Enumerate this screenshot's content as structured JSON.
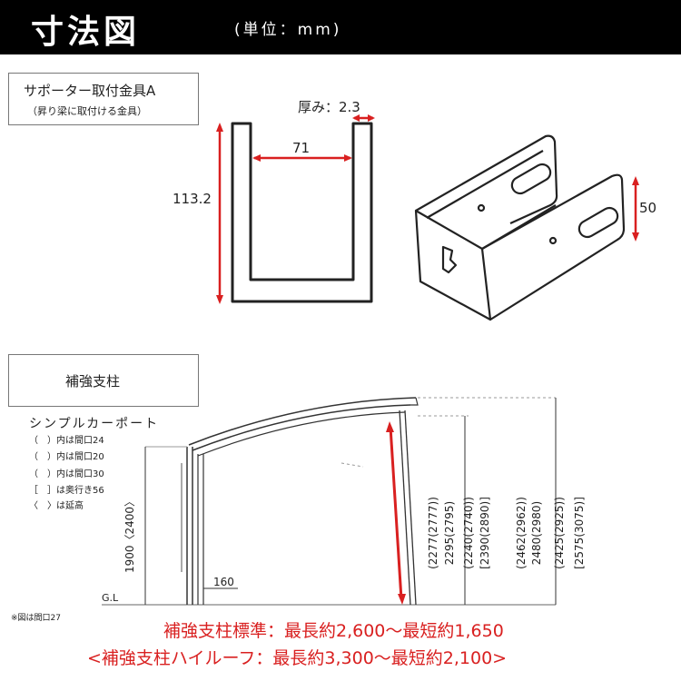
{
  "header": {
    "title": "寸法図",
    "unit": "(単位：mm)"
  },
  "bracket": {
    "title": "サポーター取付金具A",
    "subtitle": "（昇り梁に取付ける金具）",
    "thickness_label": "厚み：2.3",
    "width_label": "71",
    "height_label": "113.2",
    "depth_label": "50"
  },
  "support": {
    "title": "補強支柱",
    "legend_title": "シンプルカーポート",
    "legend": [
      "（　）内は間口24",
      "（　）内は間口20",
      "（　）内は間口30",
      "［　］は奥行き56",
      "〈　〉は延高"
    ],
    "gl_label": "G.L",
    "post_height_label": "1900〈2400〉",
    "offset_label": "160",
    "dim_labels": [
      "(2277(2777))",
      "2295(2795)",
      "(2240(2740))",
      "[2390(2890)]",
      "(2462(2962))",
      "2480(2980)",
      "(2425(2925))",
      "[2575(3075)]"
    ],
    "note": "※図は間口27",
    "spec_standard": "補強支柱標準：最長約2,600～最短約1,650",
    "spec_high": "<補強支柱ハイルーフ：最長約3,300～最短約2,100>"
  },
  "colors": {
    "accent": "#d92020",
    "header_bg": "#000000"
  }
}
